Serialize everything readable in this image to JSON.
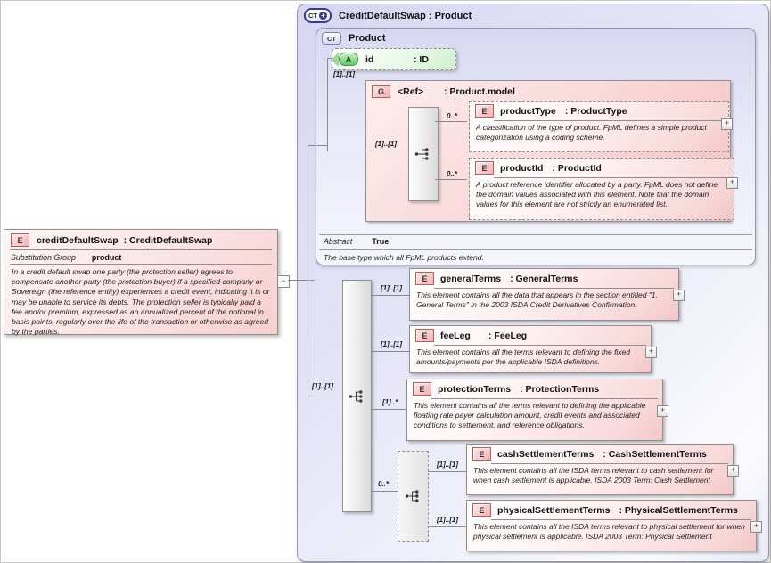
{
  "icons": {
    "element": "E",
    "group": "G",
    "attribute": "A",
    "complex_type": "CT",
    "expand": "+",
    "collapse": "−"
  },
  "left_element": {
    "name": "creditDefaultSwap",
    "type": ": CreditDefaultSwap",
    "substitution_label": "Substitution Group",
    "substitution_value": "product",
    "doc": "In a credit default swap one party (the protection seller) agrees to compensate another party (the protection buyer) if a specified company or Sovereign (the reference entity) experiences a credit event, indicating it is or may be unable to service its debts. The protection seller is typically paid a fee and/or premium, expressed as an annualized percent of the notional in basis points, regularly over the life of the transaction or otherwise as agreed by the parties."
  },
  "complex_type": {
    "title": "CreditDefaultSwap : Product"
  },
  "base_type": {
    "title": "Product",
    "abstract_label": "Abstract",
    "abstract_value": "True",
    "doc": "The base type which all FpML products extend.",
    "attribute": {
      "name": "id",
      "type": ": ID"
    },
    "group": {
      "name": "<Ref>",
      "type": ": Product.model",
      "occurs_branch": "[1]..[1]",
      "occurs_inner": "[1]..[1]",
      "children": [
        {
          "occurs": "0..*",
          "name": "productType",
          "type": ": ProductType",
          "doc": "A classification of the type of product. FpML defines a simple product categorization using a coding scheme."
        },
        {
          "occurs": "0..*",
          "name": "productId",
          "type": ": ProductId",
          "doc": "A product reference identifier allocated by a party. FpML does not define the domain values associated with this element. Note that the domain values for this element are not strictly an enumerated list."
        }
      ]
    }
  },
  "extension": {
    "occurs": "[1]..[1]",
    "children": [
      {
        "occurs": "[1]..[1]",
        "name": "generalTerms",
        "type": ": GeneralTerms",
        "doc": "This element contains all the data that appears in the section entitled \"1. General Terms\" in the 2003 ISDA Credit Derivatives Confirmation."
      },
      {
        "occurs": "[1]..[1]",
        "name": "feeLeg",
        "type": ": FeeLeg",
        "doc": "This element contains all the terms relevant to defining the fixed amounts/payments per the applicable ISDA definitions."
      },
      {
        "occurs": "[1]..*",
        "name": "protectionTerms",
        "type": ": ProtectionTerms",
        "doc": "This element contains all the terms relevant to defining the applicable floating rate payer calculation amount, credit events and associated conditions to settlement, and reference obligations."
      }
    ],
    "settlement_group": {
      "occurs": "0..*",
      "children": [
        {
          "occurs": "[1]..[1]",
          "name": "cashSettlementTerms",
          "type": ": CashSettlementTerms",
          "doc": "This element contains all the ISDA terms relevant to cash settlement for when cash settlement is applicable. ISDA 2003 Term: Cash Settlement"
        },
        {
          "occurs": "[1]..[1]",
          "name": "physicalSettlementTerms",
          "type": ": PhysicalSettlementTerms",
          "doc": "This element contains all the ISDA terms relevant to physical settlement for when physical settlement is applicable. ISDA 2003 Term: Physical Settlement"
        }
      ]
    }
  }
}
